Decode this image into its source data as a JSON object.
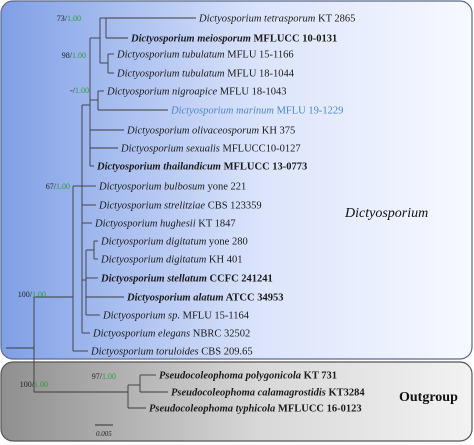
{
  "groups": {
    "ingroup_label": "Dictyosporium",
    "outgroup_label": "Outgroup",
    "ingroup_gradient": [
      "#7f9fe6",
      "#f7f9ff"
    ],
    "outgroup_gradient": [
      "#8f8f8f",
      "#f2f2f2"
    ]
  },
  "scale_bar": {
    "label": "0.005"
  },
  "colors": {
    "ml": "#222222",
    "pp": "#2e9a3a",
    "highlight": "#4a86c8"
  },
  "taxa": [
    {
      "genus": "Dictyosporium",
      "epithet": "tetrasporum",
      "strain": "KT 2865",
      "bold": false,
      "highlight": false
    },
    {
      "genus": "Dictyosporium",
      "epithet": "meiosporum",
      "strain": "MFLUCC 10-0131",
      "bold": true,
      "highlight": false
    },
    {
      "genus": "Dictyosporium",
      "epithet": "tubulatum",
      "strain": "MFLU 15-1166",
      "bold": false,
      "highlight": false
    },
    {
      "genus": "Dictyosporium",
      "epithet": "tubulatum",
      "strain": "MFLU 18-1044",
      "bold": false,
      "highlight": false
    },
    {
      "genus": "Dictyosporium",
      "epithet": "nigroapice",
      "strain": "MFLU 18-1043",
      "bold": false,
      "highlight": false
    },
    {
      "genus": "Dictyosporium",
      "epithet": "marinum",
      "strain": "MFLU 19-1229",
      "bold": false,
      "highlight": true
    },
    {
      "genus": "Dictyosporium",
      "epithet": "olivaceosporum",
      "strain": "KH 375",
      "bold": false,
      "highlight": false
    },
    {
      "genus": "Dictyosporium",
      "epithet": "sexualis",
      "strain": "MFLUCC10-0127",
      "bold": false,
      "highlight": false
    },
    {
      "genus": "Dictyosporium",
      "epithet": "thailandicum",
      "strain": "MFLUCC 13-0773",
      "bold": true,
      "highlight": false
    },
    {
      "genus": "Dictyosporium",
      "epithet": "bulbosum",
      "strain": "yone 221",
      "bold": false,
      "highlight": false
    },
    {
      "genus": "Dictyosporium",
      "epithet": "strelitziae",
      "strain": "CBS 123359",
      "bold": false,
      "highlight": false
    },
    {
      "genus": "Dictyosporium",
      "epithet": "hughesii",
      "strain": "KT 1847",
      "bold": false,
      "highlight": false
    },
    {
      "genus": "Dictyosporium",
      "epithet": "digitatum",
      "strain": "yone 280",
      "bold": false,
      "highlight": false
    },
    {
      "genus": "Dictyosporium",
      "epithet": "digitatum",
      "strain": "KH 401",
      "bold": false,
      "highlight": false
    },
    {
      "genus": "Dictyosporium",
      "epithet": "stellatum",
      "strain": "CCFC 241241",
      "bold": true,
      "highlight": false
    },
    {
      "genus": "Dictyosporium",
      "epithet": "alatum",
      "strain": "ATCC 34953",
      "bold": true,
      "highlight": false
    },
    {
      "genus": "Dictyosporium",
      "epithet": "sp.",
      "strain": "MFLU 15-1164",
      "bold": false,
      "highlight": false
    },
    {
      "genus": "Dictyosporium",
      "epithet": "elegans",
      "strain": "NBRC 32502",
      "bold": false,
      "highlight": false
    },
    {
      "genus": "Dictyosporium",
      "epithet": "toruloides",
      "strain": "CBS 209.65",
      "bold": false,
      "highlight": false
    },
    {
      "genus": "Pseudocoleophoma",
      "epithet": "polygonicola",
      "strain": "KT 731",
      "bold": true,
      "highlight": false
    },
    {
      "genus": "Pseudocoleophoma",
      "epithet": "calamagrostidis",
      "strain": "KT3284",
      "bold": true,
      "highlight": false
    },
    {
      "genus": "Pseudocoleophoma",
      "epithet": "typhicola",
      "strain": "MFLUCC 16-0123",
      "bold": true,
      "highlight": false
    }
  ],
  "supports": [
    {
      "ml": "73",
      "pp": "1.00"
    },
    {
      "ml": "98",
      "pp": "1.00"
    },
    {
      "ml": "-",
      "pp": "1.00"
    },
    {
      "ml": "67",
      "pp": "1.00"
    },
    {
      "ml": "100",
      "pp": "1.00"
    },
    {
      "ml": "100",
      "pp": "1.00"
    },
    {
      "ml": "97",
      "pp": "1.00"
    }
  ]
}
